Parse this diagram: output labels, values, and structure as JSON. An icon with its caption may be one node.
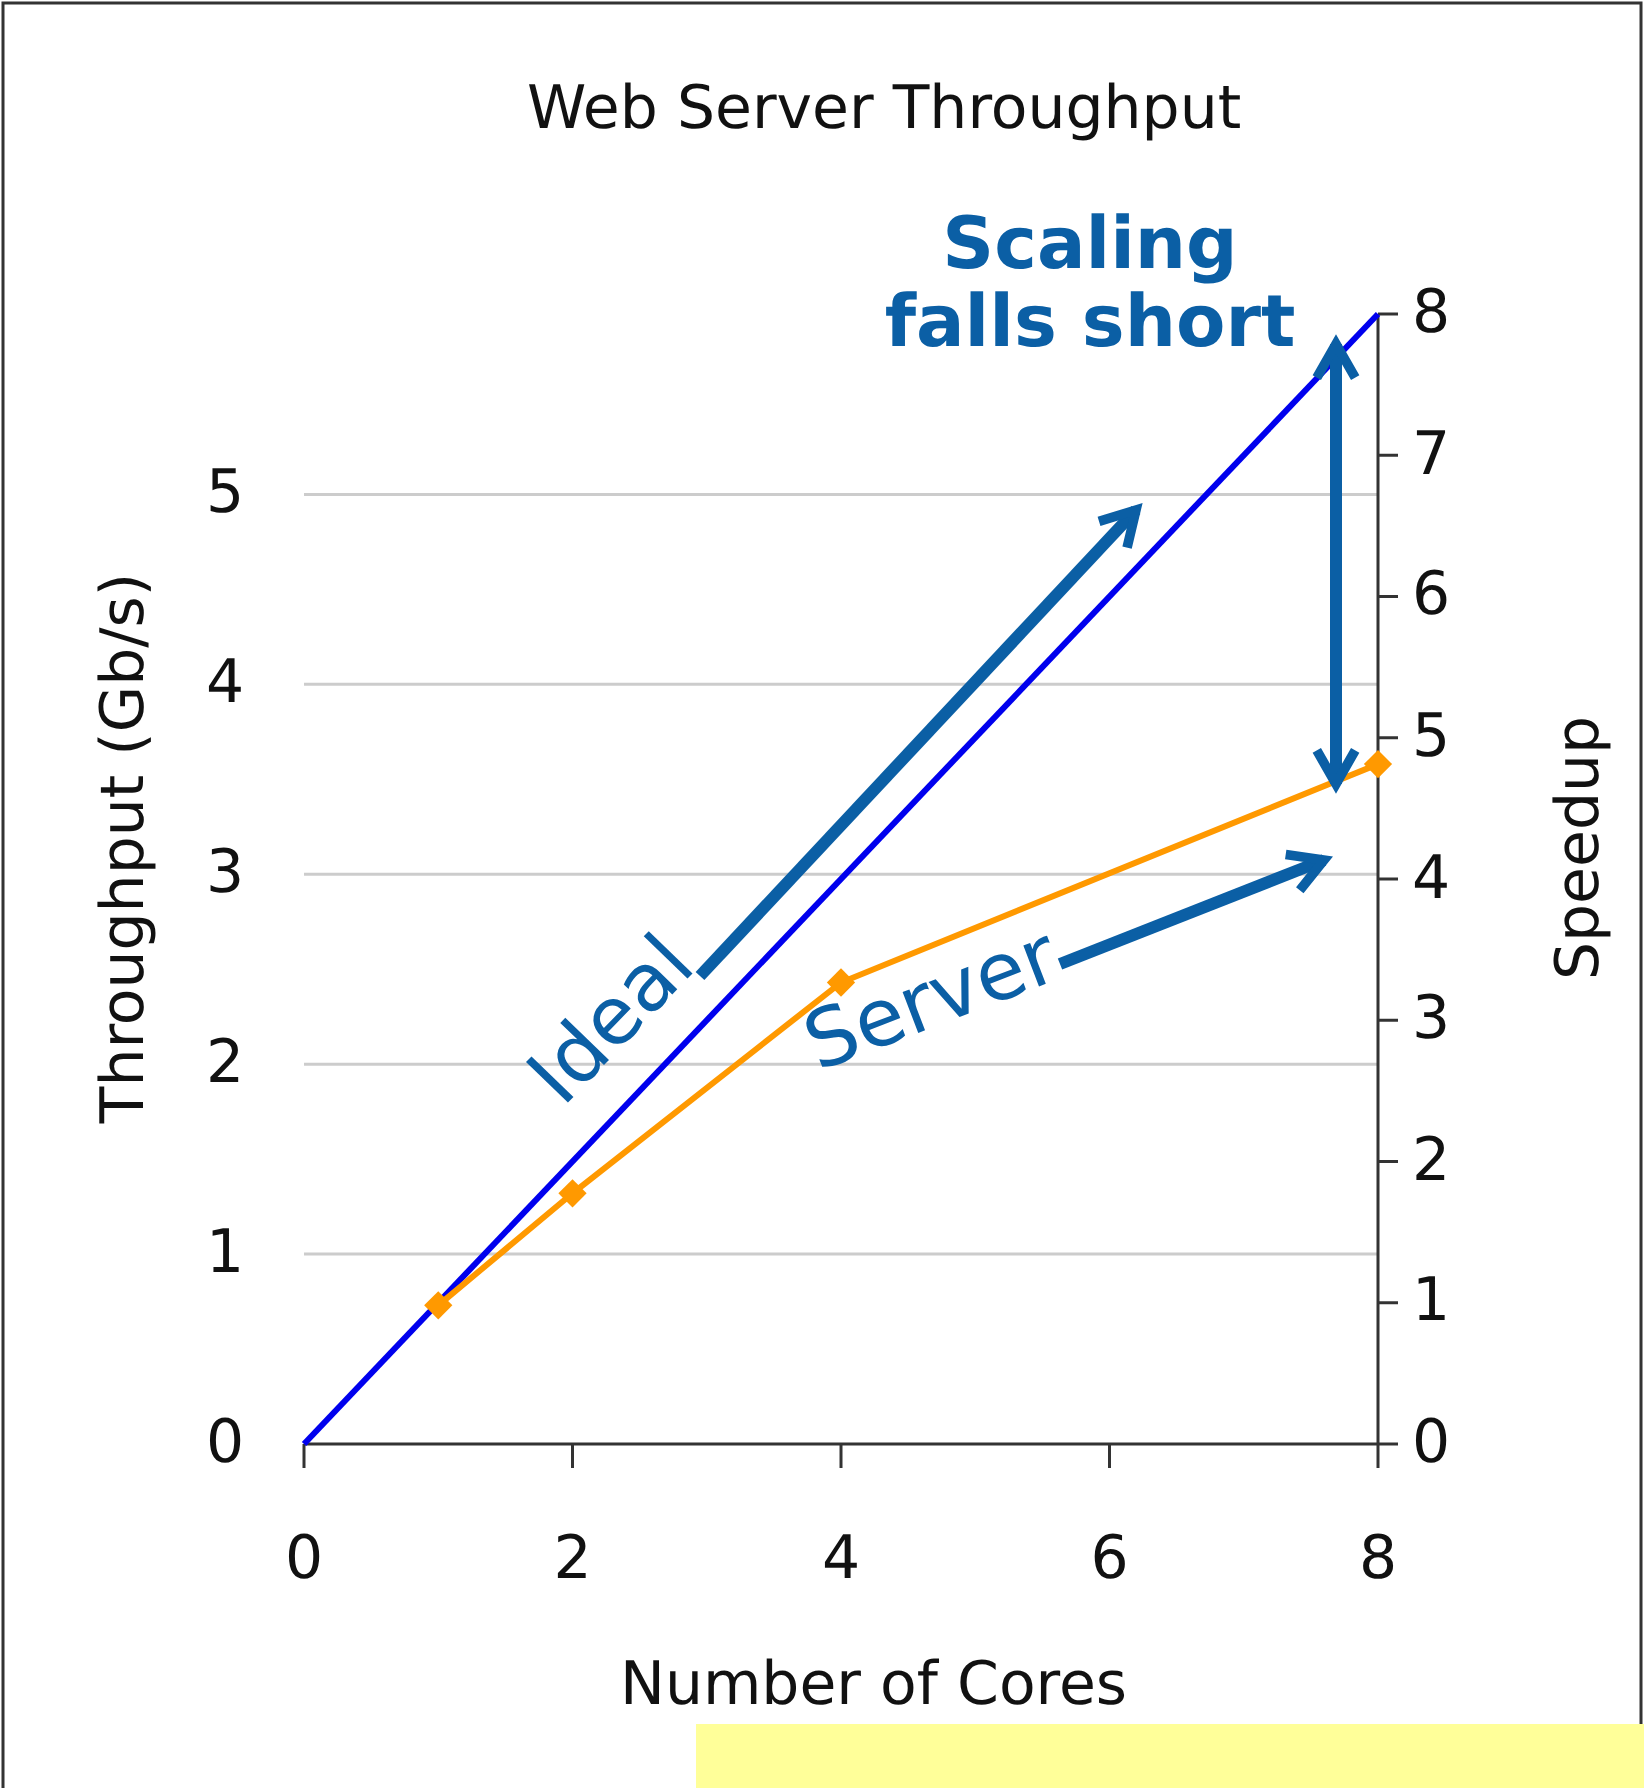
{
  "diagram": {
    "chart_data": {
      "type": "line",
      "title": "Web Server Throughput",
      "xlabel": "Number of Cores",
      "ylabel": "Throughput (Gb/s)",
      "x": [
        0,
        1,
        2,
        4,
        8
      ],
      "series": [
        {
          "color": "#0000ee",
          "values": [
            0,
            null,
            null,
            null,
            5.95
          ]
        },
        {
          "color": "#ff9900",
          "marker": "diamond",
          "values": [
            null,
            0.73,
            1.32,
            2.43,
            3.58
          ]
        }
      ],
      "grid": true,
      "xlim": [
        0,
        8
      ],
      "ylim": [
        0,
        5.95
      ],
      "xticks": [
        0,
        2,
        4,
        6,
        8
      ],
      "yticks": [
        0,
        1,
        2,
        3,
        4,
        5
      ],
      "annotations": [
        "Scaling falls short",
        "Ideal",
        "Server"
      ]
    },
    "labels": [
      "Speedup",
      "0",
      "1",
      "2",
      "3",
      "4",
      "5",
      "6",
      "7",
      "8"
    ]
  }
}
